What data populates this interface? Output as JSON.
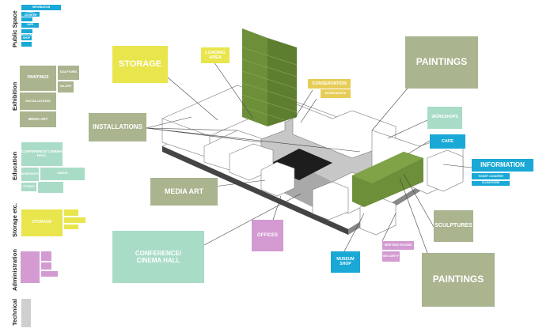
{
  "categories": {
    "public_space": "Public Space",
    "exhibition": "Exhibition",
    "education": "Education",
    "storage_etc": "Storage etc.",
    "administration": "Administration",
    "technical": "Technical"
  },
  "legend": {
    "information": "INFORMATION",
    "ticket_counter": "TICKET COUNTER",
    "cafe": "CAFE",
    "museum_shop": "MUSEUM SHOP",
    "paintings": "PAINTINGS",
    "sculptures": "SCULPTURES",
    "gallery": "GALLERY",
    "installations": "INSTALLATIONS",
    "media_art": "MEDIA ART",
    "conference": "CONFERENCE/ CINEMA HALL",
    "workshops": "WORKSHOPS",
    "library": "LIBRARY",
    "studios": "STUDIOS",
    "storage": "STORAGE"
  },
  "labels": {
    "storage": "STORAGE",
    "loading_area": "LOADING AREA",
    "conservation": "CONSERVATION",
    "workshops_small": "WORKSHOPS",
    "paintings_top": "PAINTINGS",
    "installations": "INSTALLATIONS",
    "workshops": "WORKSHOPS",
    "cafe": "CAFE",
    "information": "INFORMATION",
    "ticket_counter": "TICKET COUNTER",
    "cloak_room": "CLOAK ROOM",
    "media_art": "MEDIA ART",
    "offices": "OFFICES",
    "sculptures": "SCULPTURES",
    "conference": "CONFERENCE/ CINEMA HALL",
    "meeting_rooms": "MEETING ROOMS",
    "security": "SECURITY",
    "museum_shop": "MUSEUM SHOP",
    "paintings_bottom": "PAINTINGS"
  },
  "colors": {
    "exhibition": "#aab48e",
    "storage": "#e9e54c",
    "education": "#a9dcc7",
    "public": "#1aa9d6",
    "administration": "#d39bd1",
    "conservation": "#e7cd57",
    "technical": "#cfcfcf",
    "green_volume": "#6d8f3a"
  }
}
